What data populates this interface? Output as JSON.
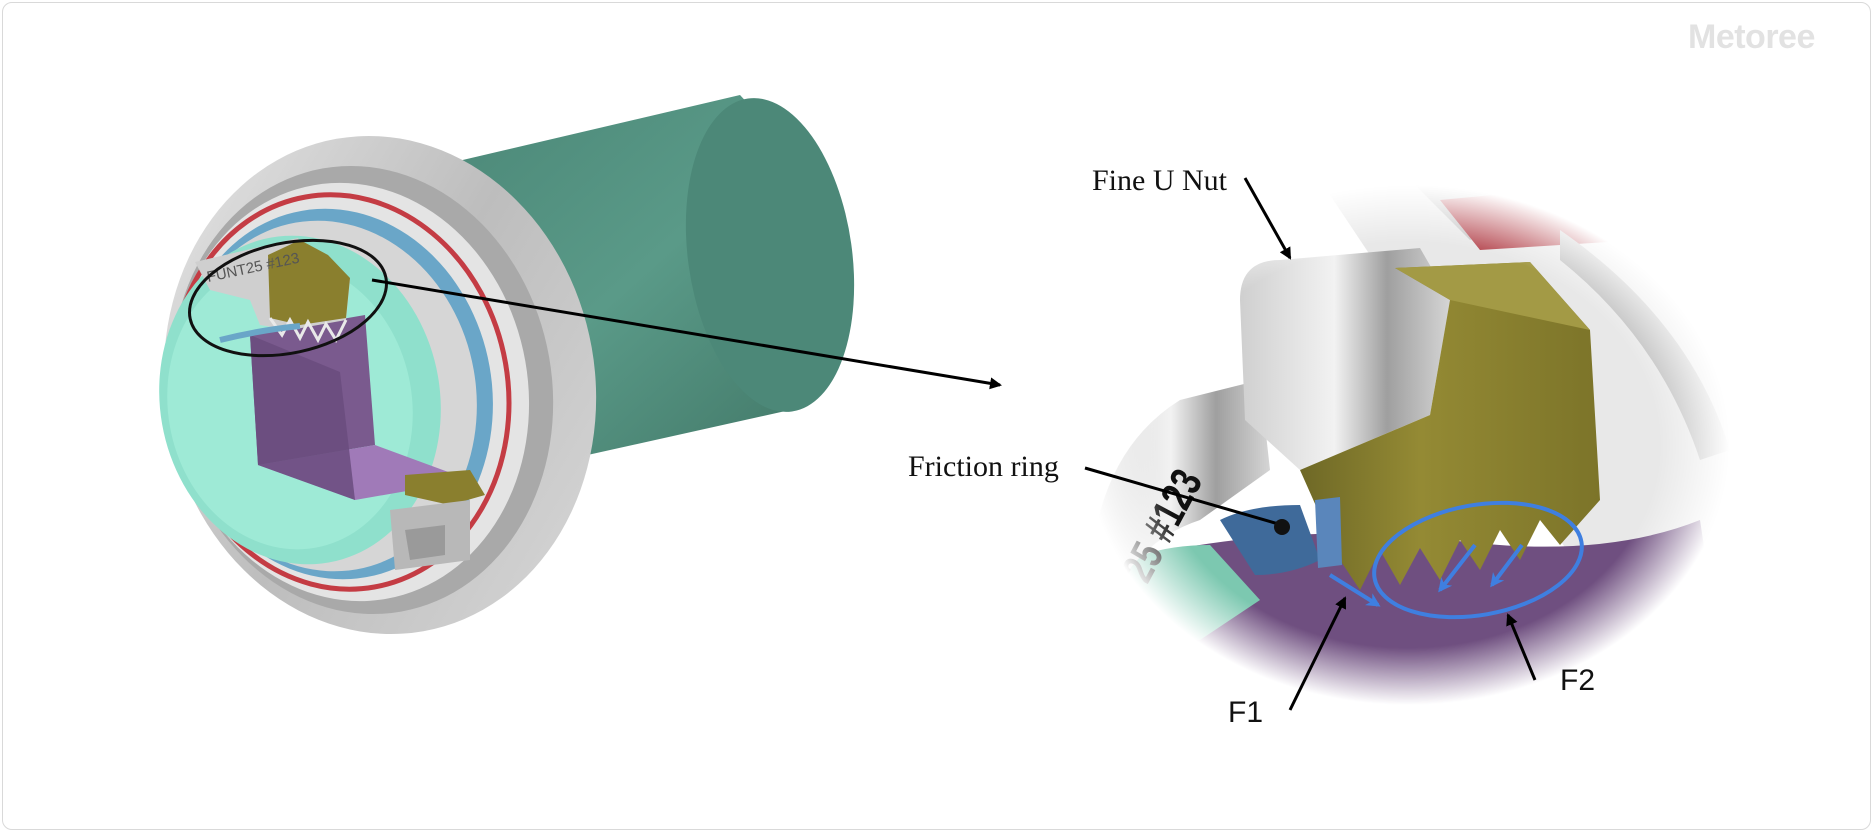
{
  "watermark": "Metoree",
  "labels": {
    "fine_u_nut": "Fine U Nut",
    "friction_ring": "Friction ring",
    "f1": "F1",
    "f2": "F2",
    "nut_marking": "FUNT25 #123"
  },
  "colors": {
    "cylinder": "#4f8c7c",
    "flange": "#c8c8c8",
    "shaft_face": "#8fe0cc",
    "cutaway": "#7a5a8e",
    "nut": "#8a7f2e",
    "ring_red": "#c43c44",
    "arrow_blue": "#3f7fe0",
    "ellipse_blue": "#3f7fe0"
  }
}
